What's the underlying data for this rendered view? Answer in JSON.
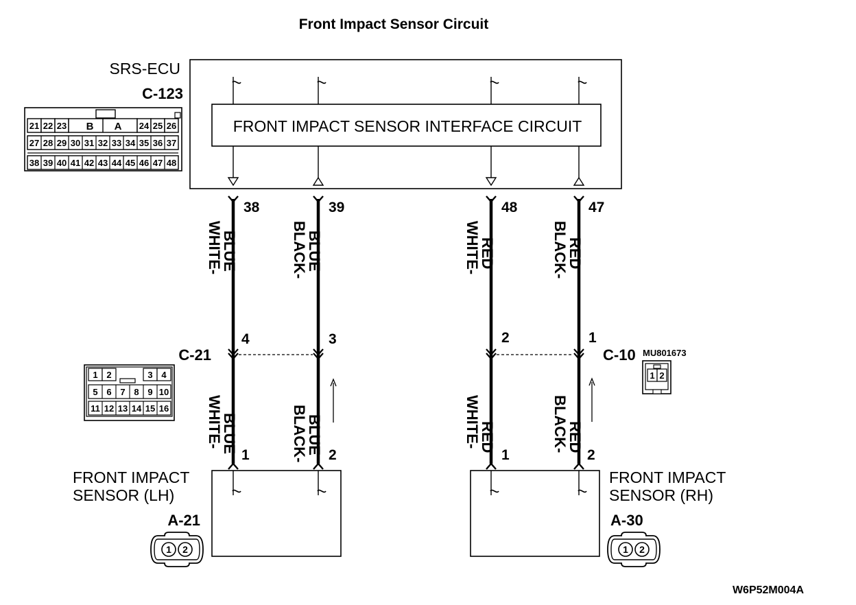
{
  "title": "Front Impact Sensor Circuit",
  "ecu": {
    "name": "SRS-ECU",
    "connector": "C-123",
    "interface_label": "FRONT IMPACT SENSOR INTERFACE CIRCUIT",
    "pins": {
      "row1_left": [
        "21",
        "22",
        "23"
      ],
      "row1_mid": [
        "B",
        "A"
      ],
      "row1_right": [
        "24",
        "25",
        "26"
      ],
      "row2": [
        "27",
        "28",
        "29",
        "30",
        "31",
        "32",
        "33",
        "34",
        "35",
        "36",
        "37"
      ],
      "row3": [
        "38",
        "39",
        "40",
        "41",
        "42",
        "43",
        "44",
        "45",
        "46",
        "47",
        "48"
      ]
    }
  },
  "wires": [
    {
      "ecu_pin": "38",
      "color_top": [
        "WHITE-",
        "BLUE"
      ],
      "mid_pin": "4",
      "color_bottom": [
        "WHITE-",
        "BLUE"
      ],
      "sensor_pin": "1"
    },
    {
      "ecu_pin": "39",
      "color_top": [
        "BLACK-",
        "BLUE"
      ],
      "mid_pin": "3",
      "color_bottom": [
        "BLACK-",
        "BLUE"
      ],
      "sensor_pin": "2"
    },
    {
      "ecu_pin": "48",
      "color_top": [
        "WHITE-",
        "RED"
      ],
      "mid_pin": "2",
      "color_bottom": [
        "WHITE-",
        "RED"
      ],
      "sensor_pin": "1"
    },
    {
      "ecu_pin": "47",
      "color_top": [
        "BLACK-",
        "RED"
      ],
      "mid_pin": "1",
      "color_bottom": [
        "BLACK-",
        "RED"
      ],
      "sensor_pin": "2"
    }
  ],
  "c21": {
    "label": "C-21",
    "rows": [
      [
        "1",
        "2",
        "",
        "",
        "3",
        "4"
      ],
      [
        "5",
        "6",
        "7",
        "8",
        "9",
        "10"
      ],
      [
        "11",
        "12",
        "13",
        "14",
        "15",
        "16"
      ]
    ]
  },
  "c10": {
    "label": "C-10",
    "part": "MU801673",
    "pins": [
      "1",
      "2"
    ]
  },
  "sensor_lh": {
    "name_line1": "FRONT IMPACT",
    "name_line2": "SENSOR (LH)",
    "connector": "A-21",
    "pins": [
      "1",
      "2"
    ]
  },
  "sensor_rh": {
    "name_line1": "FRONT IMPACT",
    "name_line2": "SENSOR (RH)",
    "connector": "A-30",
    "pins": [
      "1",
      "2"
    ]
  },
  "figure_code": "W6P52M004A"
}
